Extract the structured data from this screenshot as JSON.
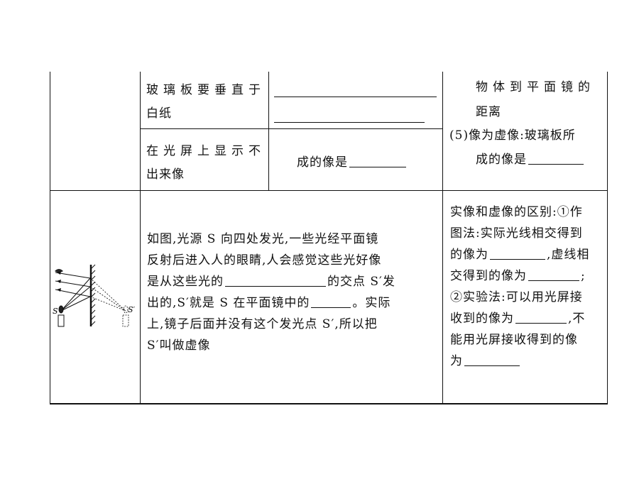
{
  "row1": {
    "col1_line1": "玻璃板要垂直于",
    "col1_line2": "白纸",
    "col3_line1": "物体到平面镜的",
    "col3_line2": "距离",
    "col3_line3": "(5)像为虚像:玻璃板所",
    "col3_line4": "成的像是"
  },
  "row2": {
    "col1_line1": "在光屏上显示不",
    "col1_line2": "出来像",
    "col2_text": "成的像是"
  },
  "row3": {
    "para_l1": "如图,光源 S 向四处发光,一些光经平面镜",
    "para_l2": "反射后进入人的眼睛,人会感觉这些光好像",
    "para_l3a": "是从这些光的",
    "para_l3b": "的交点 S′发",
    "para_l4a": "出的,S′就是 S 在平面镜中的",
    "para_l4b": "。实际",
    "para_l5": "上,镜子后面并没有这个发光点 S′,所以把",
    "para_l6": "S′叫做虚像",
    "right_l1": "实像和虚像的区别:①作",
    "right_l2": "图法:实际光线相交得到",
    "right_l3a": "的像为",
    "right_l3b": ",虚线相",
    "right_l4a": "交得到的像为",
    "right_l4b": ";",
    "right_l5": "②实验法:可以用光屏接",
    "right_l6a": "收到的像为",
    "right_l6b": ",不",
    "right_l7": "能用光屏接收得到的像",
    "right_l8a": "为",
    "diagram_label_s": "S",
    "diagram_label_s_prime": "S′"
  }
}
